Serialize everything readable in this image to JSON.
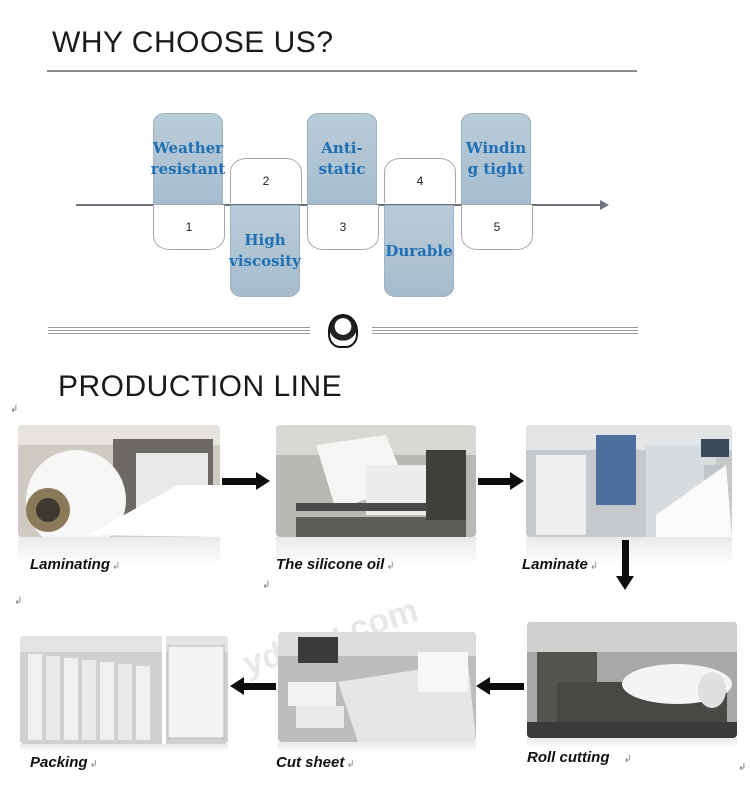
{
  "why": {
    "title": "WHY CHOOSE US?",
    "features": [
      {
        "label": "Weather\nresistant",
        "number": "1"
      },
      {
        "label": "High\nviscosity",
        "number": "2"
      },
      {
        "label": "Anti-\nstatic",
        "number": "3"
      },
      {
        "label": "Durable",
        "number": "4"
      },
      {
        "label": "Windin\ng tight",
        "number": "5"
      }
    ]
  },
  "production": {
    "title": "PRODUCTION LINE",
    "steps": [
      {
        "caption": "Laminating"
      },
      {
        "caption": "The silicone oil"
      },
      {
        "caption": "Laminate"
      },
      {
        "caption": "Roll cutting"
      },
      {
        "caption": "Cut sheet"
      },
      {
        "caption": "Packing"
      }
    ]
  },
  "watermark": "ydnou.com"
}
